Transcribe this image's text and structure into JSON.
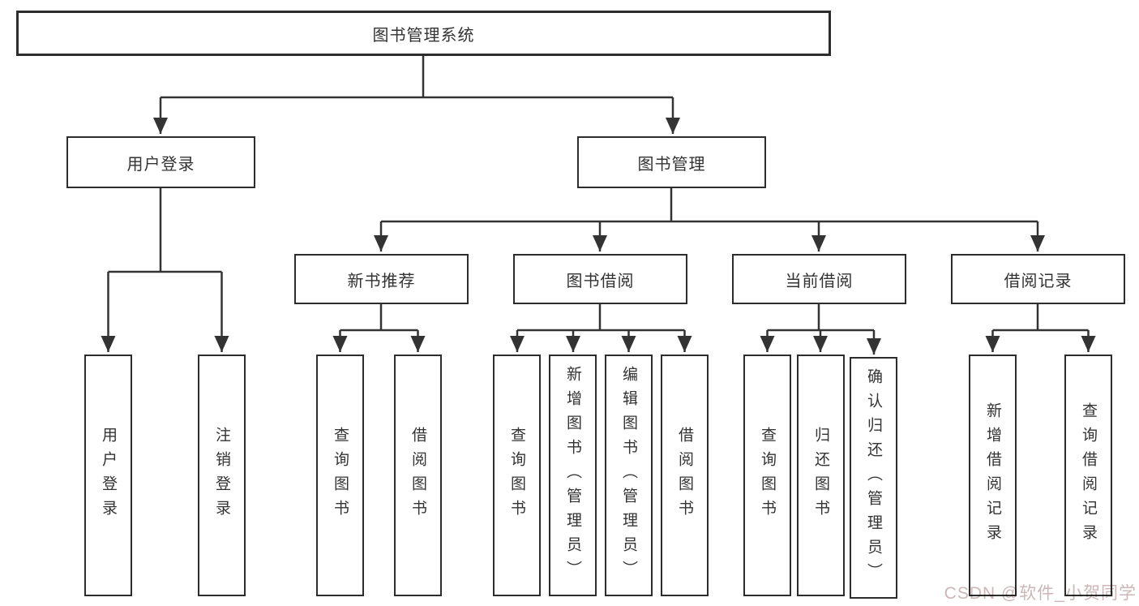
{
  "diagram": {
    "root": {
      "label": "图书管理系统"
    },
    "branches": [
      {
        "label": "用户登录",
        "children": [
          {
            "label": "用户登录"
          },
          {
            "label": "注销登录"
          }
        ]
      },
      {
        "label": "图书管理",
        "children": [
          {
            "label": "新书推荐",
            "children": [
              {
                "label": "查询图书"
              },
              {
                "label": "借阅图书"
              }
            ]
          },
          {
            "label": "图书借阅",
            "children": [
              {
                "label": "查询图书"
              },
              {
                "label": "新增图书（管理员）"
              },
              {
                "label": "编辑图书（管理员）"
              },
              {
                "label": "借阅图书"
              }
            ]
          },
          {
            "label": "当前借阅",
            "children": [
              {
                "label": "查询图书"
              },
              {
                "label": "归还图书"
              },
              {
                "label": "确认归还（管理员）"
              }
            ]
          },
          {
            "label": "借阅记录",
            "children": [
              {
                "label": "新增借阅记录"
              },
              {
                "label": "查询借阅记录"
              }
            ]
          }
        ]
      }
    ]
  },
  "watermark": {
    "text": "CSDN @软件_小贺同学"
  },
  "colors": {
    "line": "#333333",
    "box_border": "#2d2d2d",
    "box_fill": "#ffffff",
    "text": "#333333",
    "background": "#ffffff",
    "watermark": "#cbb7b7"
  }
}
